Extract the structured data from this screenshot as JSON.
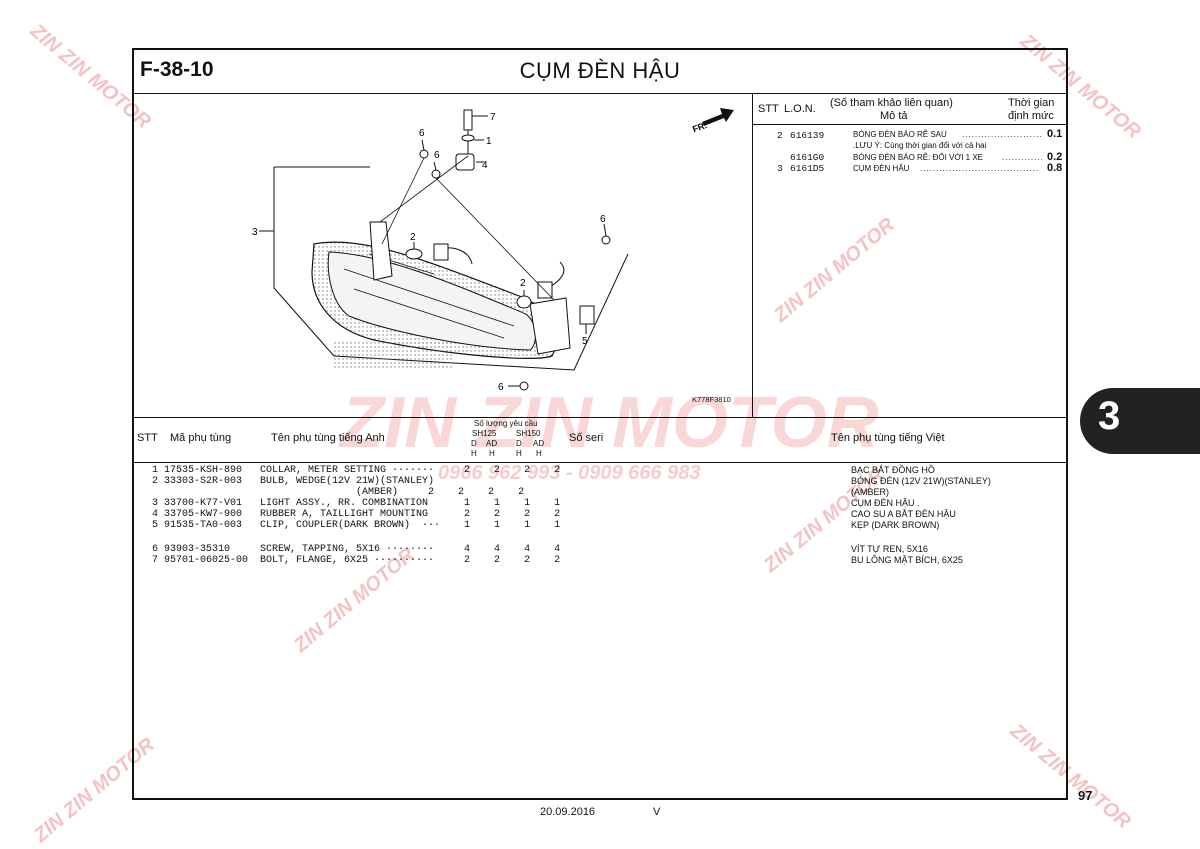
{
  "header": {
    "code": "F-38-10",
    "title": "CỤM ĐÈN HẬU"
  },
  "diagram": {
    "id": "K778F3810",
    "fr_label": "FR.",
    "callouts": [
      "7",
      "1",
      "6",
      "6",
      "4",
      "3",
      "2",
      "6",
      "2",
      "5",
      "6"
    ]
  },
  "reference": {
    "headers": {
      "stt": "STT",
      "lon": "L.O.N.",
      "ref": "(Số tham khảo liên quan)",
      "desc": "Mô tả",
      "time1": "Thời gian",
      "time2": "định mức"
    },
    "rows": [
      {
        "stt": "2",
        "lon": "616139",
        "desc": "BÓNG ĐÈN BÁO RẼ SAU",
        "note": ".LƯU Ý: Cùng thời gian đổi với cả hai",
        "time": "0.1"
      },
      {
        "stt": "",
        "lon": "6161G0",
        "desc": "BÓNG ĐÈN BÁO RẼ: ĐỔI VỚI 1 XE",
        "note": "",
        "time": "0.2"
      },
      {
        "stt": "3",
        "lon": "6161D5",
        "desc": "CỤM ĐÈN HẬU",
        "note": "",
        "time": "0.8"
      }
    ]
  },
  "parts_table": {
    "headers": {
      "stt": "STT",
      "part_no": "Mã phụ tùng",
      "name_en": "Tên phụ tùng tiếng Anh",
      "qty_label": "Số lượng yêu cầu",
      "sh125": "SH125",
      "sh150": "SH150",
      "d": "D",
      "ad": "AD",
      "h": "H",
      "serial": "Số seri",
      "name_vn": "Tên phụ tùng tiếng Việt"
    },
    "rows": [
      {
        "text": "   1 17535-KSH-890   COLLAR, METER SETTING ·······     2    2    2    2",
        "vn": "BẠC BẮT ĐỒNG HỒ"
      },
      {
        "text": "   2 33303-S2R-003   BULB, WEDGE(12V 21W)(STANLEY)",
        "vn": "BÓNG ĐÈN (12V 21W)(STANLEY)"
      },
      {
        "text": "                                     (AMBER)     2    2    2    2",
        "vn": "(AMBER)"
      },
      {
        "text": "   3 33700-K77-V01   LIGHT ASSY., RR. COMBINATION      1    1    1    1",
        "vn": "CỤM ĐÈN HẬU ."
      },
      {
        "text": "   4 33705-KW7-900   RUBBER A, TAILLIGHT MOUNTING      2    2    2    2",
        "vn": "CAO SU A BẮT ĐÈN HẬU"
      },
      {
        "text": "   5 91535-TA0-003   CLIP, COUPLER(DARK BROWN)  ···    1    1    1    1",
        "vn": "KẸP (DARK BROWN)"
      },
      {
        "text": "",
        "vn": ""
      },
      {
        "text": "   6 93903-35310     SCREW, TAPPING, 5X16 ········     4    4    4    4",
        "vn": "VÍT TỰ REN, 5X16"
      },
      {
        "text": "   7 95701-06025-00  BOLT, FLANGE, 6X25 ··········     2    2    2    2",
        "vn": "BU LÔNG MẶT BÍCH, 6X25"
      }
    ]
  },
  "side_tab": "3",
  "page_number": "97",
  "footer": {
    "date": "20.09.2016",
    "version": "V"
  },
  "watermark": {
    "brand": "ZIN ZIN MOTOR",
    "phone": "0966 962 993 - 0909 666 983"
  }
}
